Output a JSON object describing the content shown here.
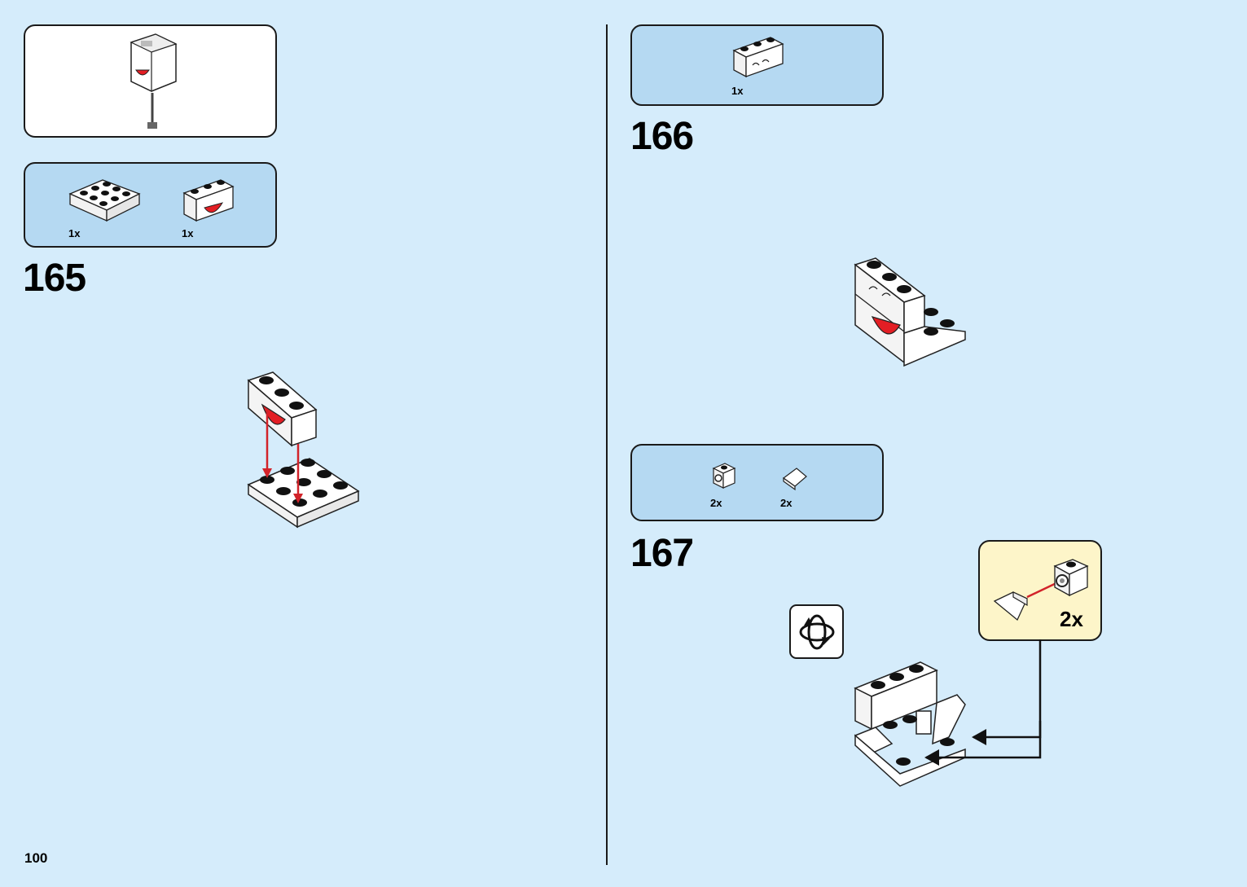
{
  "page_number": "100",
  "steps": [
    {
      "number": "165",
      "parts": [
        {
          "qty": "1x",
          "icon": "plate-3x3-white"
        },
        {
          "qty": "1x",
          "icon": "brick-boo-mouth-printed"
        }
      ]
    },
    {
      "number": "166",
      "parts": [
        {
          "qty": "1x",
          "icon": "brick-boo-eyes-printed"
        }
      ]
    },
    {
      "number": "167",
      "parts": [
        {
          "qty": "2x",
          "icon": "bracket-brick-with-stud"
        },
        {
          "qty": "2x",
          "icon": "slope-tile-white"
        }
      ],
      "callout_qty": "2x"
    }
  ],
  "colors": {
    "background": "#d5ecfb",
    "parts_panel": "#b5d9f2",
    "callout_panel": "#fdf5c9",
    "arrow_red": "#d2232a",
    "mouth_red": "#e31e24"
  }
}
